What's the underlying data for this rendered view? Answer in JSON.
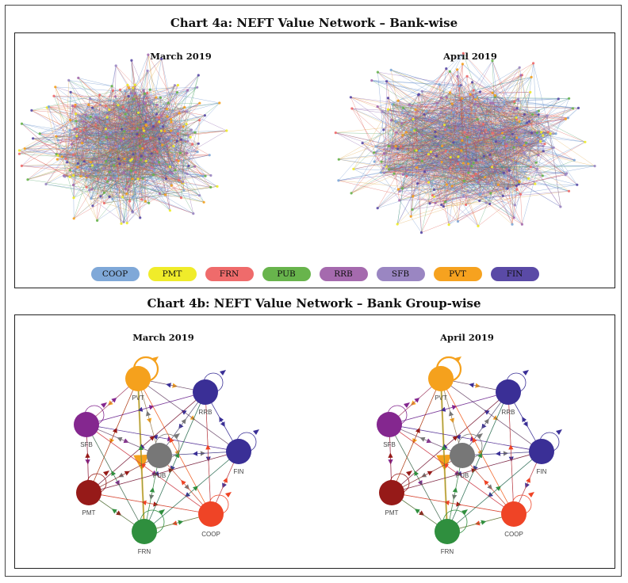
{
  "chart_a": {
    "title": "Chart 4a: NEFT Value Network – Bank-wise",
    "panels": [
      {
        "subtitle": "March 2019"
      },
      {
        "subtitle": "April 2019"
      }
    ],
    "legend": [
      {
        "label": "COOP",
        "color": "#7fa8d8"
      },
      {
        "label": "PMT",
        "color": "#f0ec2a"
      },
      {
        "label": "FRN",
        "color": "#ef6b6b"
      },
      {
        "label": "PUB",
        "color": "#68b44c"
      },
      {
        "label": "RRB",
        "color": "#a56aae"
      },
      {
        "label": "SFB",
        "color": "#9a86c2"
      },
      {
        "label": "PVT",
        "color": "#f6a21f"
      },
      {
        "label": "FIN",
        "color": "#5a4aa6"
      }
    ]
  },
  "chart_b": {
    "title": "Chart 4b: NEFT Value Network – Bank Group-wise",
    "panels": [
      {
        "subtitle": "March 2019"
      },
      {
        "subtitle": "April 2019"
      }
    ],
    "nodes": [
      {
        "id": "PVT",
        "label": "PVT",
        "color": "#f5a11d"
      },
      {
        "id": "RRB",
        "label": "RRB",
        "color": "#3a2f96"
      },
      {
        "id": "SFB",
        "label": "SFB",
        "color": "#84278f"
      },
      {
        "id": "PUB",
        "label": "PUB",
        "color": "#777777"
      },
      {
        "id": "FIN",
        "label": "FIN",
        "color": "#3a2f96"
      },
      {
        "id": "PMT",
        "label": "PMT",
        "color": "#961a18"
      },
      {
        "id": "COOP",
        "label": "COOP",
        "color": "#ef4426"
      },
      {
        "id": "FRN",
        "label": "FRN",
        "color": "#2f8f3e"
      }
    ]
  }
}
